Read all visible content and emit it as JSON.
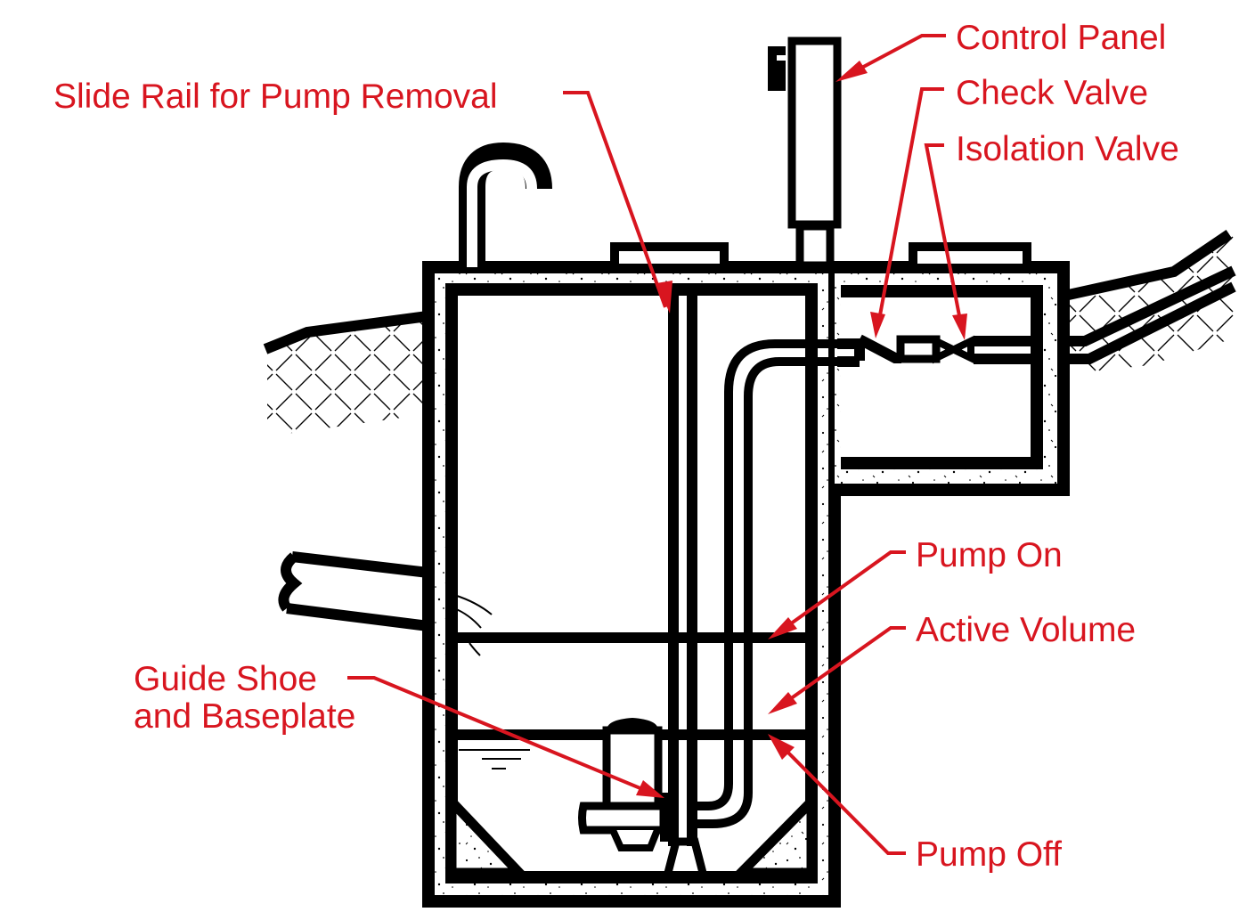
{
  "title": "Submersible Pump Station Cross-Section",
  "colors": {
    "label": "#d8151f",
    "linework": "#000000",
    "background": "#ffffff"
  },
  "labels": {
    "slide_rail": "Slide Rail for Pump Removal",
    "control_panel": "Control Panel",
    "check_valve": "Check Valve",
    "isolation_valve": "Isolation Valve",
    "pump_on": "Pump On",
    "active_volume": "Active Volume",
    "guide_shoe_line1": "Guide Shoe",
    "guide_shoe_line2": "and Baseplate",
    "pump_off": "Pump Off"
  }
}
